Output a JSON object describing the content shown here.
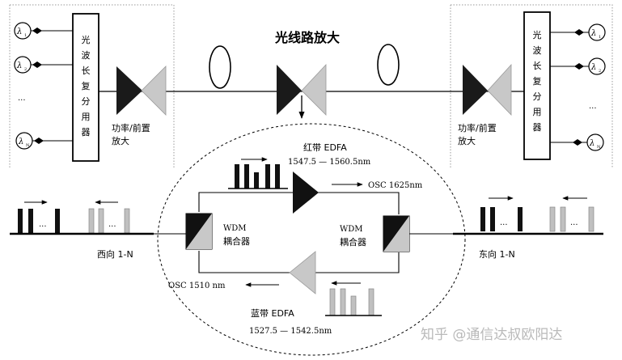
{
  "title": "光线路放大",
  "mux_left": [
    "光",
    "波",
    "长",
    "复",
    "分",
    "用",
    "器"
  ],
  "mux_right": [
    "光",
    "波",
    "长",
    "复",
    "分",
    "用",
    "器"
  ],
  "channels": {
    "ch1": "1",
    "ch2": "2",
    "chN": "N",
    "dots": "...",
    "lambda": "λ"
  },
  "amp_left": {
    "line1": "功率/前置",
    "line2": "放大"
  },
  "amp_right": {
    "line1": "功率/前置",
    "line2": "放大"
  },
  "red_band": {
    "name": "红带 EDFA",
    "range": "1547.5 — 1560.5nm"
  },
  "blue_band": {
    "name": "蓝带 EDFA",
    "range": "1527.5 — 1542.5nm"
  },
  "osc_right": "OSC 1625nm",
  "osc_left": "OSC 1510 nm",
  "wdm_left": {
    "line1": "WDM",
    "line2": "耦合器"
  },
  "wdm_right": {
    "line1": "WDM",
    "line2": "耦合器"
  },
  "west": "西向 1-N",
  "east": "东向 1-N",
  "spectrum_dots": "...",
  "watermark": "知乎 @通信达叔欧阳达"
}
